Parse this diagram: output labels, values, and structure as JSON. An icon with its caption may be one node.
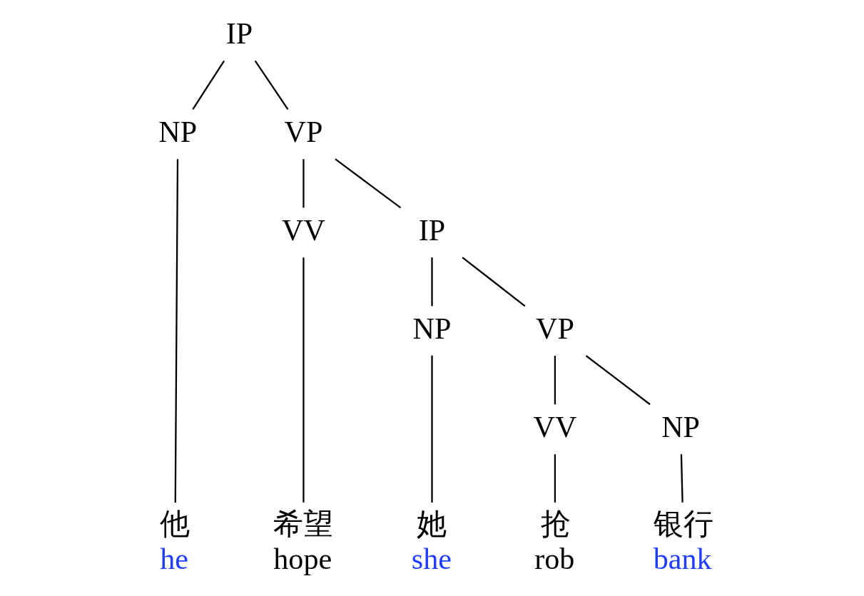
{
  "diagram": {
    "nodes": [
      {
        "text": [
          "IP"
        ]
      },
      {
        "text": [
          "NP"
        ]
      },
      {
        "text": [
          "VP"
        ]
      },
      {
        "text": [
          "VV"
        ]
      },
      {
        "text": [
          "IP"
        ]
      },
      {
        "text": [
          "NP"
        ]
      },
      {
        "text": [
          "VP"
        ]
      },
      {
        "text": [
          "VV"
        ]
      },
      {
        "text": [
          "NP"
        ]
      },
      {
        "text": [
          "他",
          "he"
        ]
      },
      {
        "text": [
          "希望",
          "hope"
        ]
      },
      {
        "text": [
          "她",
          "she"
        ]
      },
      {
        "text": [
          "抢",
          "rob"
        ]
      },
      {
        "text": [
          "银行",
          "bank"
        ]
      }
    ],
    "edges": [
      {
        "from": 0,
        "to": 1,
        "arrow": "none"
      },
      {
        "from": 0,
        "to": 2,
        "arrow": "none"
      },
      {
        "from": 2,
        "to": 3,
        "arrow": "none"
      },
      {
        "from": 2,
        "to": 4,
        "arrow": "none"
      },
      {
        "from": 4,
        "to": 5,
        "arrow": "none"
      },
      {
        "from": 4,
        "to": 6,
        "arrow": "none"
      },
      {
        "from": 6,
        "to": 7,
        "arrow": "none"
      },
      {
        "from": 6,
        "to": 8,
        "arrow": "none"
      },
      {
        "from": 1,
        "to": 9,
        "arrow": "none"
      },
      {
        "from": 3,
        "to": 10,
        "arrow": "none"
      },
      {
        "from": 5,
        "to": 11,
        "arrow": "none"
      },
      {
        "from": 7,
        "to": 12,
        "arrow": "none"
      },
      {
        "from": 8,
        "to": 13,
        "arrow": "none"
      }
    ]
  }
}
